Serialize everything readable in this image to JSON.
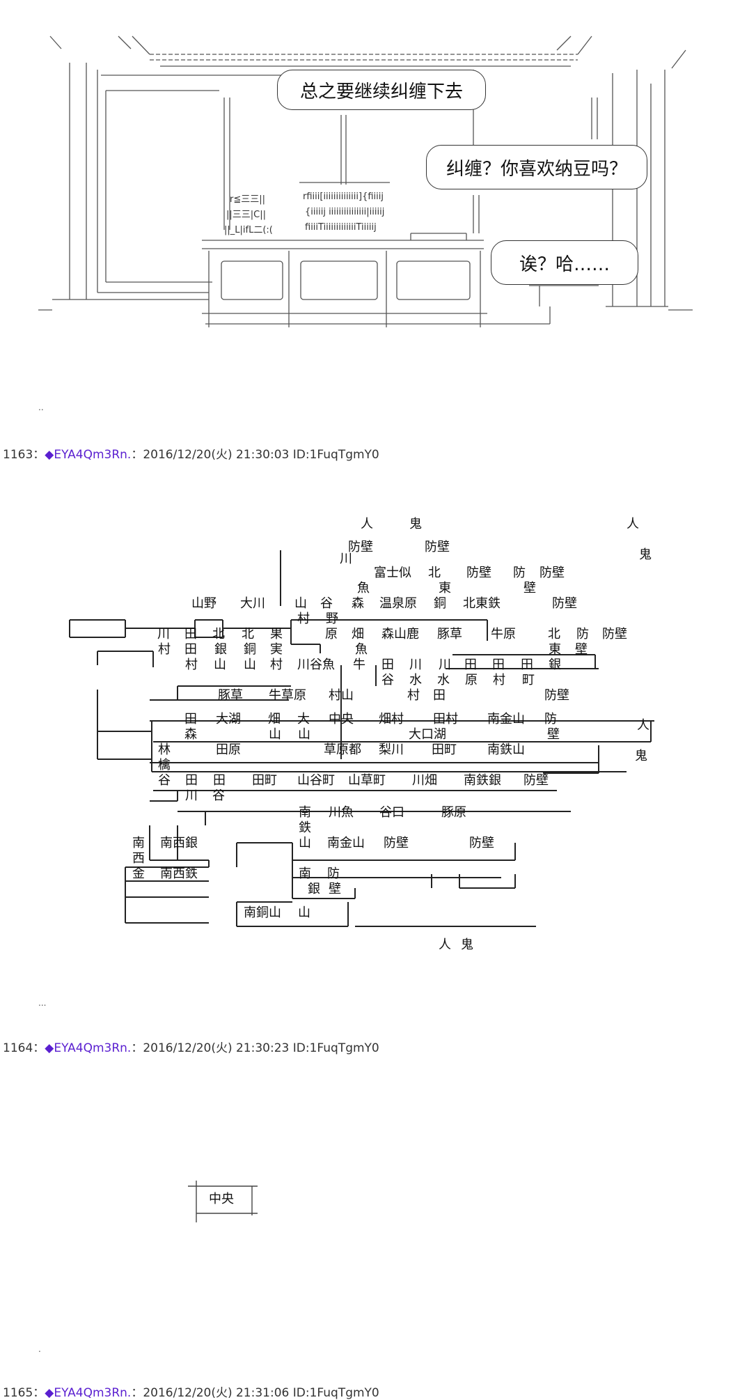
{
  "scene_room": {
    "bubbles": [
      "总之要继续纠缠下去",
      "纠缠？你喜欢纳豆吗？",
      "诶？哈……"
    ],
    "aa_lines": [
      "r≦三三||",
      "||三三|C||",
      "||_L|ifL二(:(",
      "rfiiii[iiiiiiiiiiiiii]{fiiiij",
      "{iiiiij iiiiiiiiiiiiiii|iiiiij",
      "fiiiiTiiiiiiiiiiiiiTiiiiij"
    ],
    "dots": ".."
  },
  "posts": [
    {
      "number": "1163",
      "sep": "：",
      "trip": "◆EYA4Qm3Rn.",
      "meta": "：2016/12/20(火) 21:30:03 ID:1FuqTgmY0"
    },
    {
      "number": "1164",
      "sep": "：",
      "trip": "◆EYA4Qm3Rn.",
      "meta": "：2016/12/20(火) 21:30:23 ID:1FuqTgmY0"
    },
    {
      "number": "1165",
      "sep": "：",
      "trip": "◆EYA4Qm3Rn.",
      "meta": "：2016/12/20(火) 21:31:06 ID:1FuqTgmY0"
    }
  ],
  "scene_map": {
    "creatures": [
      "人",
      "鬼",
      "人",
      "鬼",
      "人",
      "鬼",
      "人",
      "鬼"
    ],
    "cells": [
      "防壁",
      "防壁",
      "川",
      "富士似",
      "北",
      "防壁",
      "防",
      "防壁",
      "魚",
      "東",
      "壁",
      "山野",
      "大川",
      "山",
      "谷",
      "森",
      "温泉原",
      "銅",
      "北東鉄",
      "防壁",
      "村",
      "野",
      "川",
      "田",
      "北",
      "北",
      "果",
      "原",
      "畑",
      "森山鹿",
      "豚草",
      "牛原",
      "北",
      "防",
      "防壁",
      "村",
      "田",
      "銀",
      "銅",
      "実",
      "魚",
      "東",
      "壁",
      "村",
      "山",
      "山",
      "村",
      "川谷魚",
      "牛",
      "田",
      "川",
      "川",
      "田",
      "田",
      "田",
      "銀",
      "谷",
      "水",
      "水",
      "原",
      "村",
      "町",
      "豚草",
      "牛草原",
      "村山",
      "村",
      "田",
      "防壁",
      "田",
      "大湖",
      "畑",
      "大",
      "中央",
      "畑村",
      "田村",
      "南金山",
      "防",
      "森",
      "山",
      "山",
      "大口湖",
      "壁",
      "林",
      "田原",
      "草原都",
      "梨川",
      "田町",
      "南鉄山",
      "檎",
      "谷",
      "田",
      "田",
      "田町",
      "山谷町",
      "山草町",
      "川畑",
      "南鉄銀",
      "防壁",
      "川",
      "谷",
      "南",
      "川魚",
      "谷口",
      "豚原",
      "鉄",
      "南",
      "南西銀",
      "山",
      "南金山",
      "防壁",
      "防壁",
      "西",
      "金",
      "南西鉄",
      "南",
      "防",
      "銀",
      "壁",
      "南銅山",
      "山"
    ],
    "dots": "..."
  },
  "scene_small": {
    "label": "中央",
    "dots": "."
  }
}
